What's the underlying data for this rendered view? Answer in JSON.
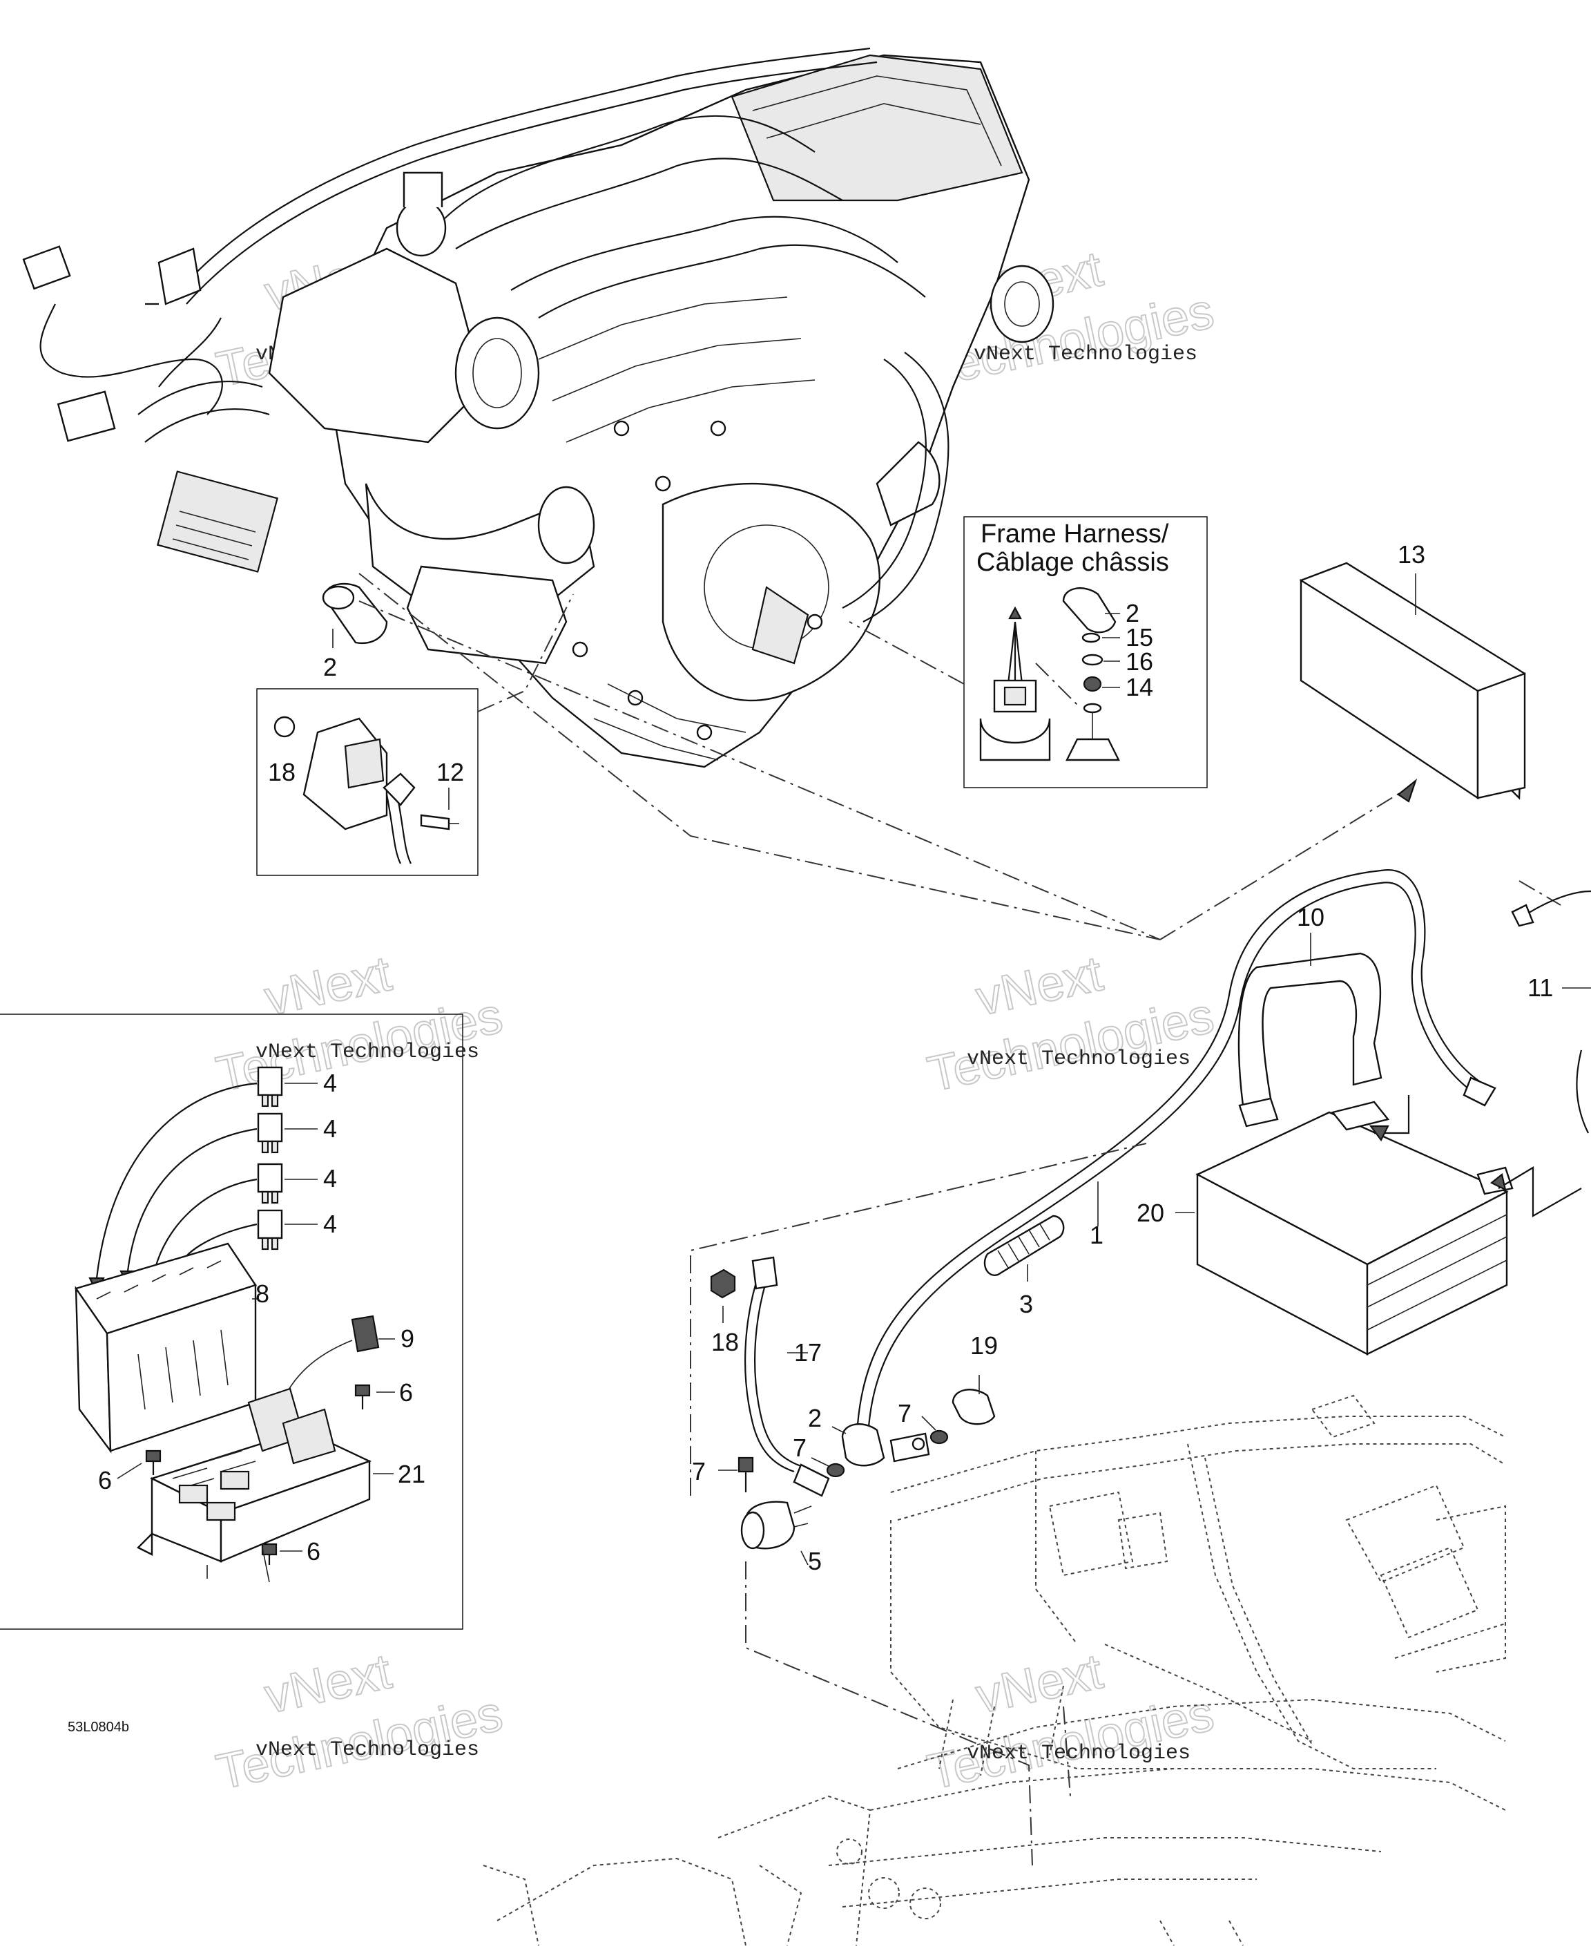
{
  "callouts": {
    "c1": "1",
    "c2a": "2",
    "c2b": "2",
    "c2c": "2",
    "c3": "3",
    "c4a": "4",
    "c4b": "4",
    "c4c": "4",
    "c4d": "4",
    "c5": "5",
    "c6a": "6",
    "c6b": "6",
    "c6c": "6",
    "c7a": "7",
    "c7b": "7",
    "c7c": "7",
    "c8": "8",
    "c9": "9",
    "c10": "10",
    "c11": "11",
    "c12": "12",
    "c13": "13",
    "c14": "14",
    "c15": "15",
    "c16": "16",
    "c17": "17",
    "c18a": "18",
    "c18b": "18",
    "c19": "19",
    "c20": "20",
    "c21": "21"
  },
  "frame_harness": {
    "title_line1": "Frame Harness/",
    "title_line2": "Câblage châssis"
  },
  "watermark": {
    "brand_top": "vNext",
    "brand_bottom": "Technologies",
    "line": "vNext Technologies"
  },
  "drawing_code": "53L0804b"
}
